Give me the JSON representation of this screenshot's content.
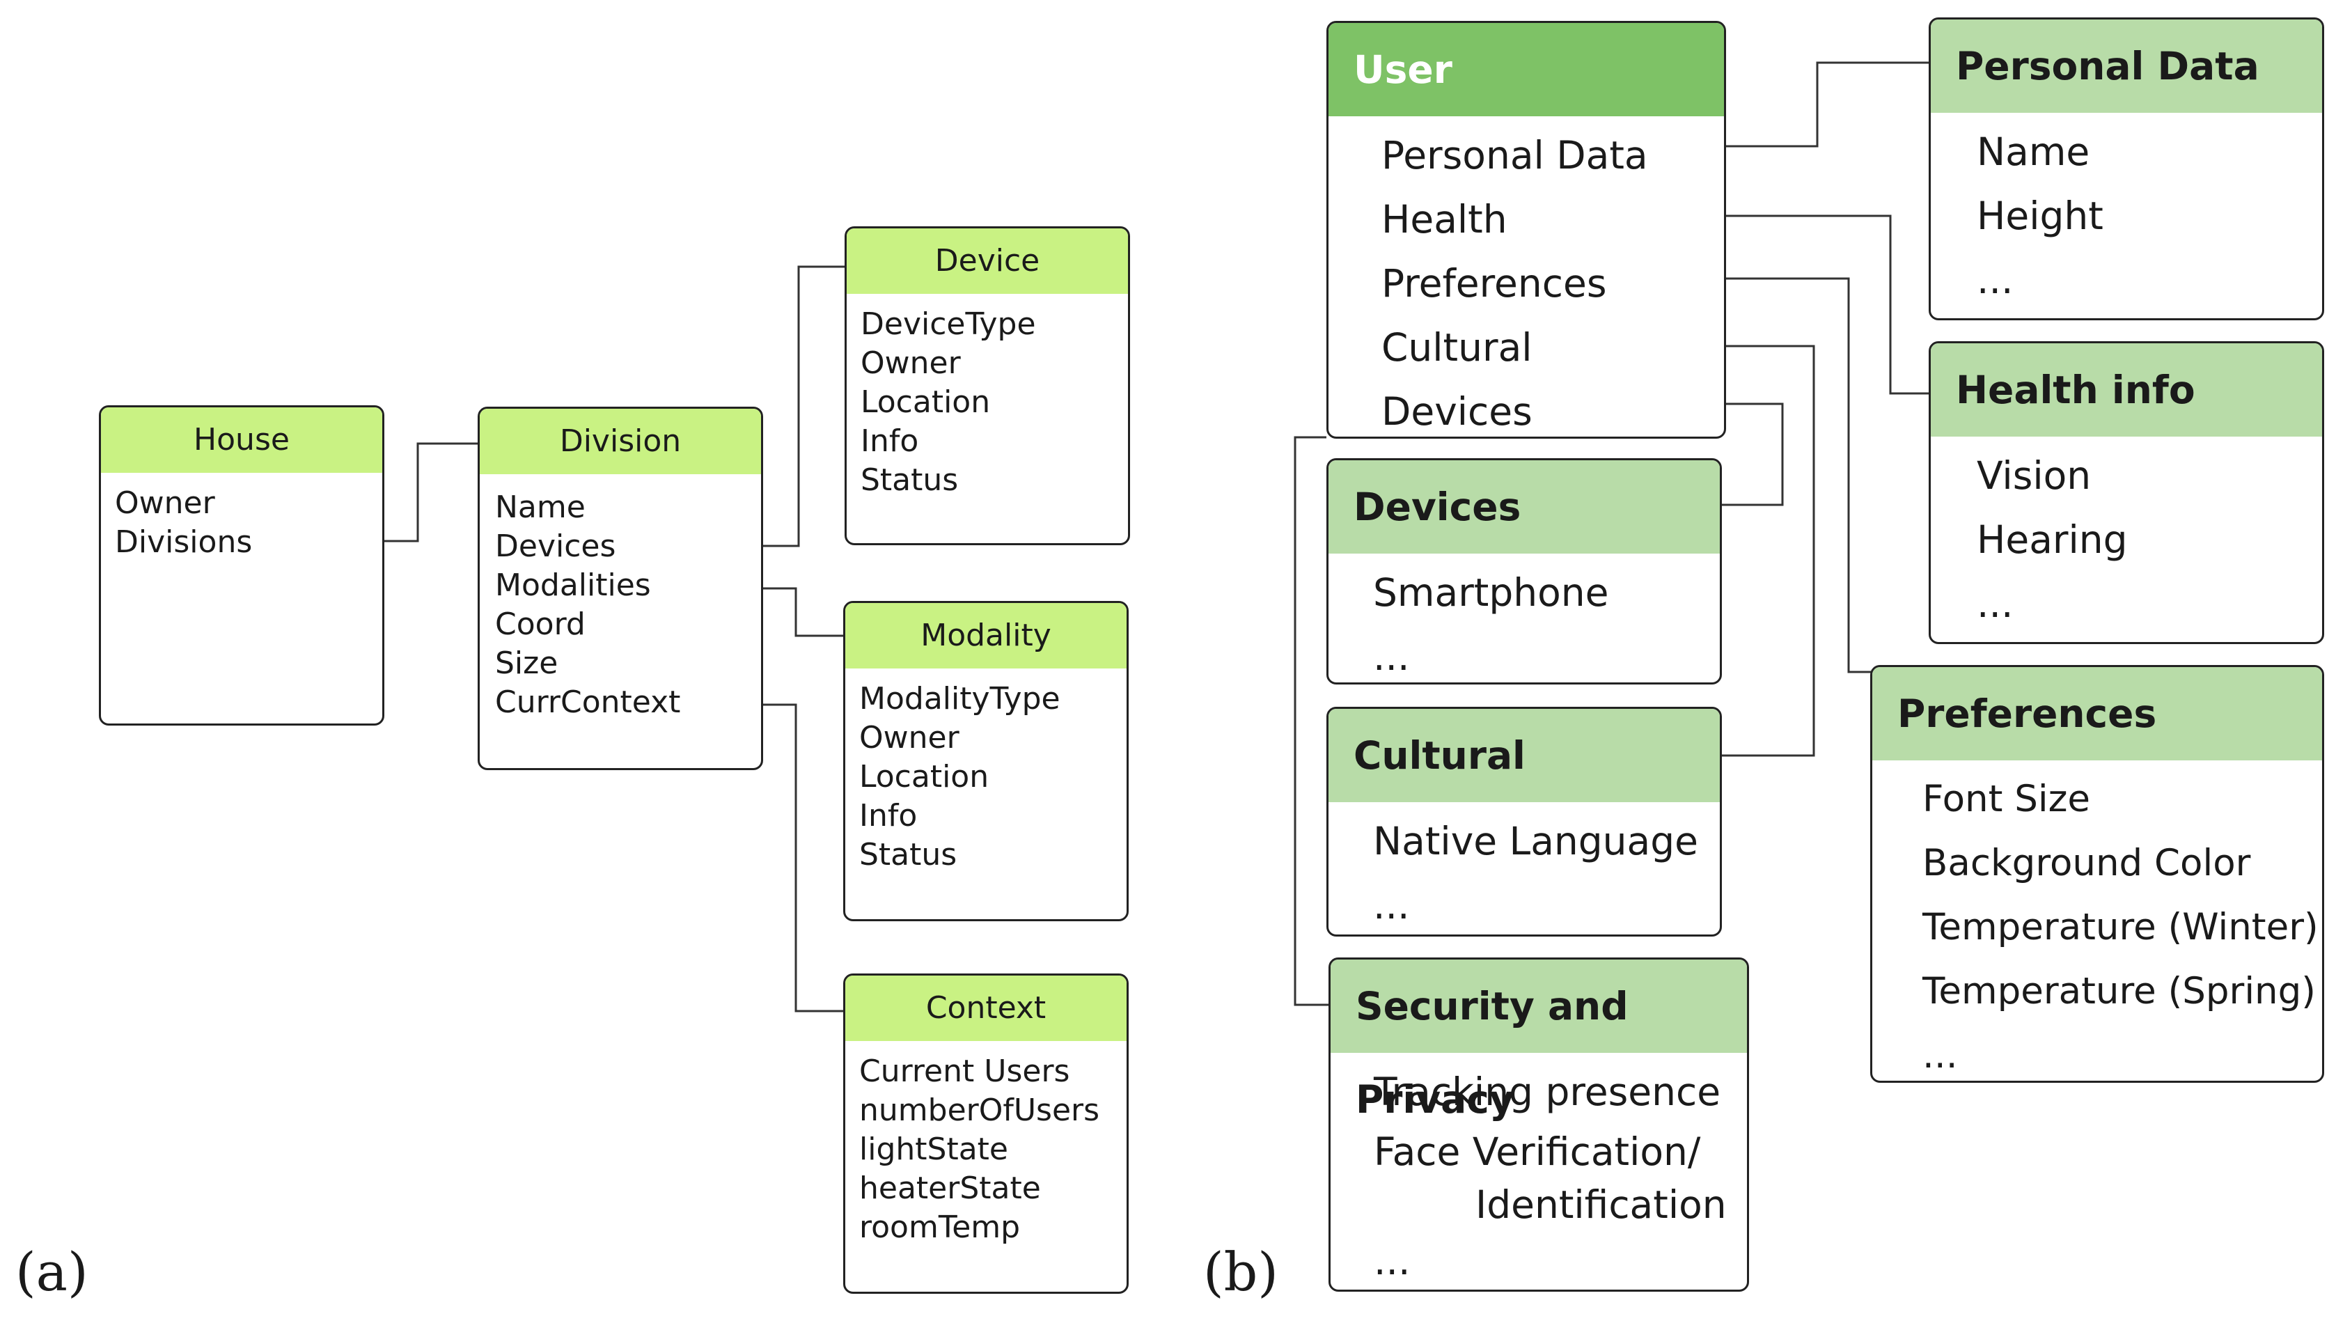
{
  "panels": {
    "a": "(a)",
    "b": "(b)"
  },
  "diagram_a": {
    "house": {
      "title": "House",
      "items": [
        "Owner",
        "Divisions"
      ]
    },
    "division": {
      "title": "Division",
      "items": [
        "Name",
        "Devices",
        "Modalities",
        "Coord",
        "Size",
        "CurrContext"
      ]
    },
    "device": {
      "title": "Device",
      "items": [
        "DeviceType",
        "Owner",
        "Location",
        "Info",
        "Status"
      ]
    },
    "modality": {
      "title": "Modality",
      "items": [
        "ModalityType",
        "Owner",
        "Location",
        "Info",
        "Status"
      ]
    },
    "context": {
      "title": "Context",
      "items": [
        "Current Users",
        "numberOfUsers",
        "lightState",
        "heaterState",
        "roomTemp"
      ]
    }
  },
  "diagram_b": {
    "user": {
      "title": "User",
      "items": [
        "Personal Data",
        "Health",
        "Preferences",
        "Cultural",
        "Devices"
      ]
    },
    "devices": {
      "title": "Devices",
      "items": [
        "Smartphone",
        "..."
      ]
    },
    "cultural": {
      "title": "Cultural",
      "items": [
        "Native Language",
        "..."
      ]
    },
    "security": {
      "title": "Security and Privacy",
      "items": [
        "Tracking presence",
        "Face Verification/",
        "Identification",
        "..."
      ]
    },
    "personal_data": {
      "title": "Personal Data",
      "items": [
        "Name",
        "Height",
        "..."
      ]
    },
    "health_info": {
      "title": "Health info",
      "items": [
        "Vision",
        "Hearing",
        "..."
      ]
    },
    "preferences": {
      "title": "Preferences",
      "items": [
        "Font Size",
        "Background Color",
        "Temperature (Winter)",
        "Temperature (Spring)",
        "..."
      ]
    }
  },
  "colors": {
    "header_a": "#c9f283",
    "header_b": "#b8dca8",
    "header_user": "#7ec266",
    "line": "#333333"
  }
}
